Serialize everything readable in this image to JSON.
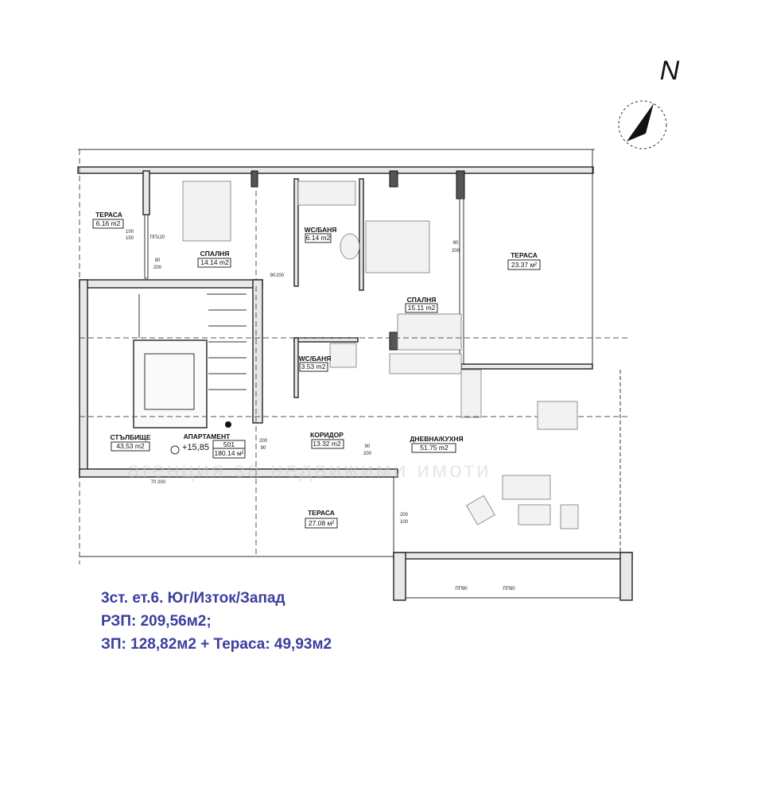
{
  "plan": {
    "rooms": [
      {
        "name": "ТЕРАСА",
        "area": "6.16 m2"
      },
      {
        "name": "СПАЛНЯ",
        "area": "14.14 m2"
      },
      {
        "name": "WC/БАНЯ",
        "area": "6.14 m2"
      },
      {
        "name": "СПАЛНЯ",
        "area": "15.11 m2"
      },
      {
        "name": "ТЕРАСА",
        "area": "23.37 м²"
      },
      {
        "name": "WC/БАНЯ",
        "area": "3.53 m2"
      },
      {
        "name": "СТЪЛБИЩЕ",
        "area": "43,53 m2"
      },
      {
        "name": "КОРИДОР",
        "area": "13.32 m2"
      },
      {
        "name": "ДНЕВНА/КУХНЯ",
        "area": "51.75 m2"
      },
      {
        "name": "ТЕРАСА",
        "area": "27.08 м²"
      }
    ],
    "apartment": {
      "label": "АПАРТАМЕНТ",
      "number": "501",
      "area": "180.14 м²"
    },
    "level": "+15,85",
    "north_label": "N",
    "dimensions": [
      "100",
      "150",
      "80",
      "200",
      "90",
      "200",
      "80",
      "200",
      "90",
      "200",
      "70",
      "200",
      "200",
      "90",
      "200",
      "100"
    ],
    "window_labels": [
      "ПП120",
      "ПП90",
      "ПП90"
    ],
    "watermark": "агенция за недвижими имоти"
  },
  "notes": {
    "line1": "3ст. ет.6. Юг/Изток/Запад",
    "line2": "РЗП: 209,56м2;",
    "line3": "ЗП: 128,82м2 + Тераса: 49,93м2"
  },
  "colors": {
    "note_text": "#3a3e9e",
    "walls": "#222222"
  }
}
